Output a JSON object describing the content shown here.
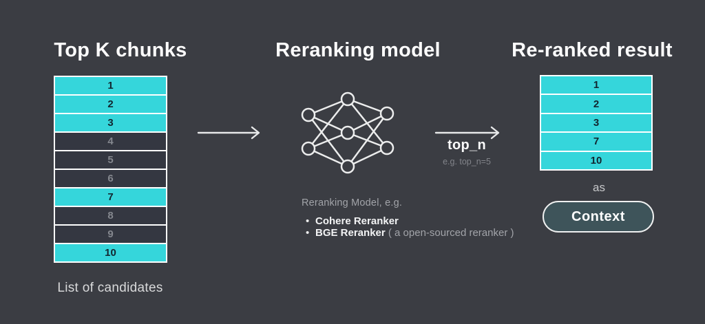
{
  "colors": {
    "background": "#3b3d43",
    "highlight_cyan": "#35d6db",
    "dark_row": "#343741",
    "row_border": "#ffffff",
    "number_on_cyan": "#12262f",
    "number_on_dark": "#84878e",
    "muted_text": "#a2a4a9",
    "light_text": "#d9dadb",
    "white_text": "#fdfdfd",
    "pill_fill": "#3e545a"
  },
  "left": {
    "title": "Top K chunks",
    "rows": [
      {
        "label": "1",
        "highlight": true
      },
      {
        "label": "2",
        "highlight": true
      },
      {
        "label": "3",
        "highlight": true
      },
      {
        "label": "4",
        "highlight": false
      },
      {
        "label": "5",
        "highlight": false
      },
      {
        "label": "6",
        "highlight": false
      },
      {
        "label": "7",
        "highlight": true
      },
      {
        "label": "8",
        "highlight": false
      },
      {
        "label": "9",
        "highlight": false
      },
      {
        "label": "10",
        "highlight": true
      }
    ],
    "caption": "List of candidates"
  },
  "middle": {
    "title": "Reranking model",
    "note_heading": "Reranking Model, e.g.",
    "bullets": [
      {
        "bold": "Cohere Reranker",
        "rest": ""
      },
      {
        "bold": "BGE Reranker",
        "rest": " ( a open-sourced reranker )"
      }
    ]
  },
  "flow": {
    "top_n_label": "top_n",
    "top_n_example": "e.g. top_n=5"
  },
  "right": {
    "title": "Re-ranked result",
    "rows": [
      {
        "label": "1",
        "highlight": true
      },
      {
        "label": "2",
        "highlight": true
      },
      {
        "label": "3",
        "highlight": true
      },
      {
        "label": "7",
        "highlight": true
      },
      {
        "label": "10",
        "highlight": true
      }
    ],
    "as_label": "as",
    "context_button": "Context"
  }
}
